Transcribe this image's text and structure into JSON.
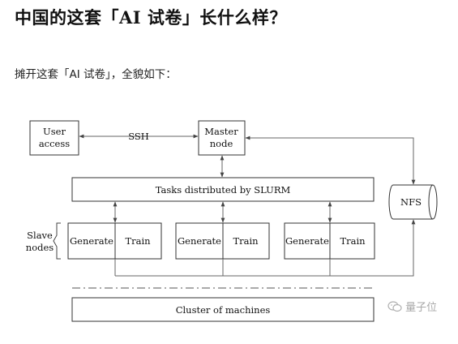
{
  "article": {
    "title": "中国的这套「AI 试卷」长什么样？",
    "intro": "摊开这套「AI 试卷」，全貌如下："
  },
  "diagram": {
    "user_access": [
      "User",
      "access"
    ],
    "ssh_label": "SSH",
    "master_node": [
      "Master",
      "node"
    ],
    "tasks_label": "Tasks distributed by SLURM",
    "nfs_label": "NFS",
    "slave_nodes_label": [
      "Slave",
      "nodes"
    ],
    "nodes": [
      {
        "generate": "Generate",
        "train": "Train"
      },
      {
        "generate": "Generate",
        "train": "Train"
      },
      {
        "generate": "Generate",
        "train": "Train"
      }
    ],
    "cluster_label": "Cluster of machines"
  },
  "watermark": {
    "text": "量子位",
    "icon": "wechat-bubble-icon"
  }
}
